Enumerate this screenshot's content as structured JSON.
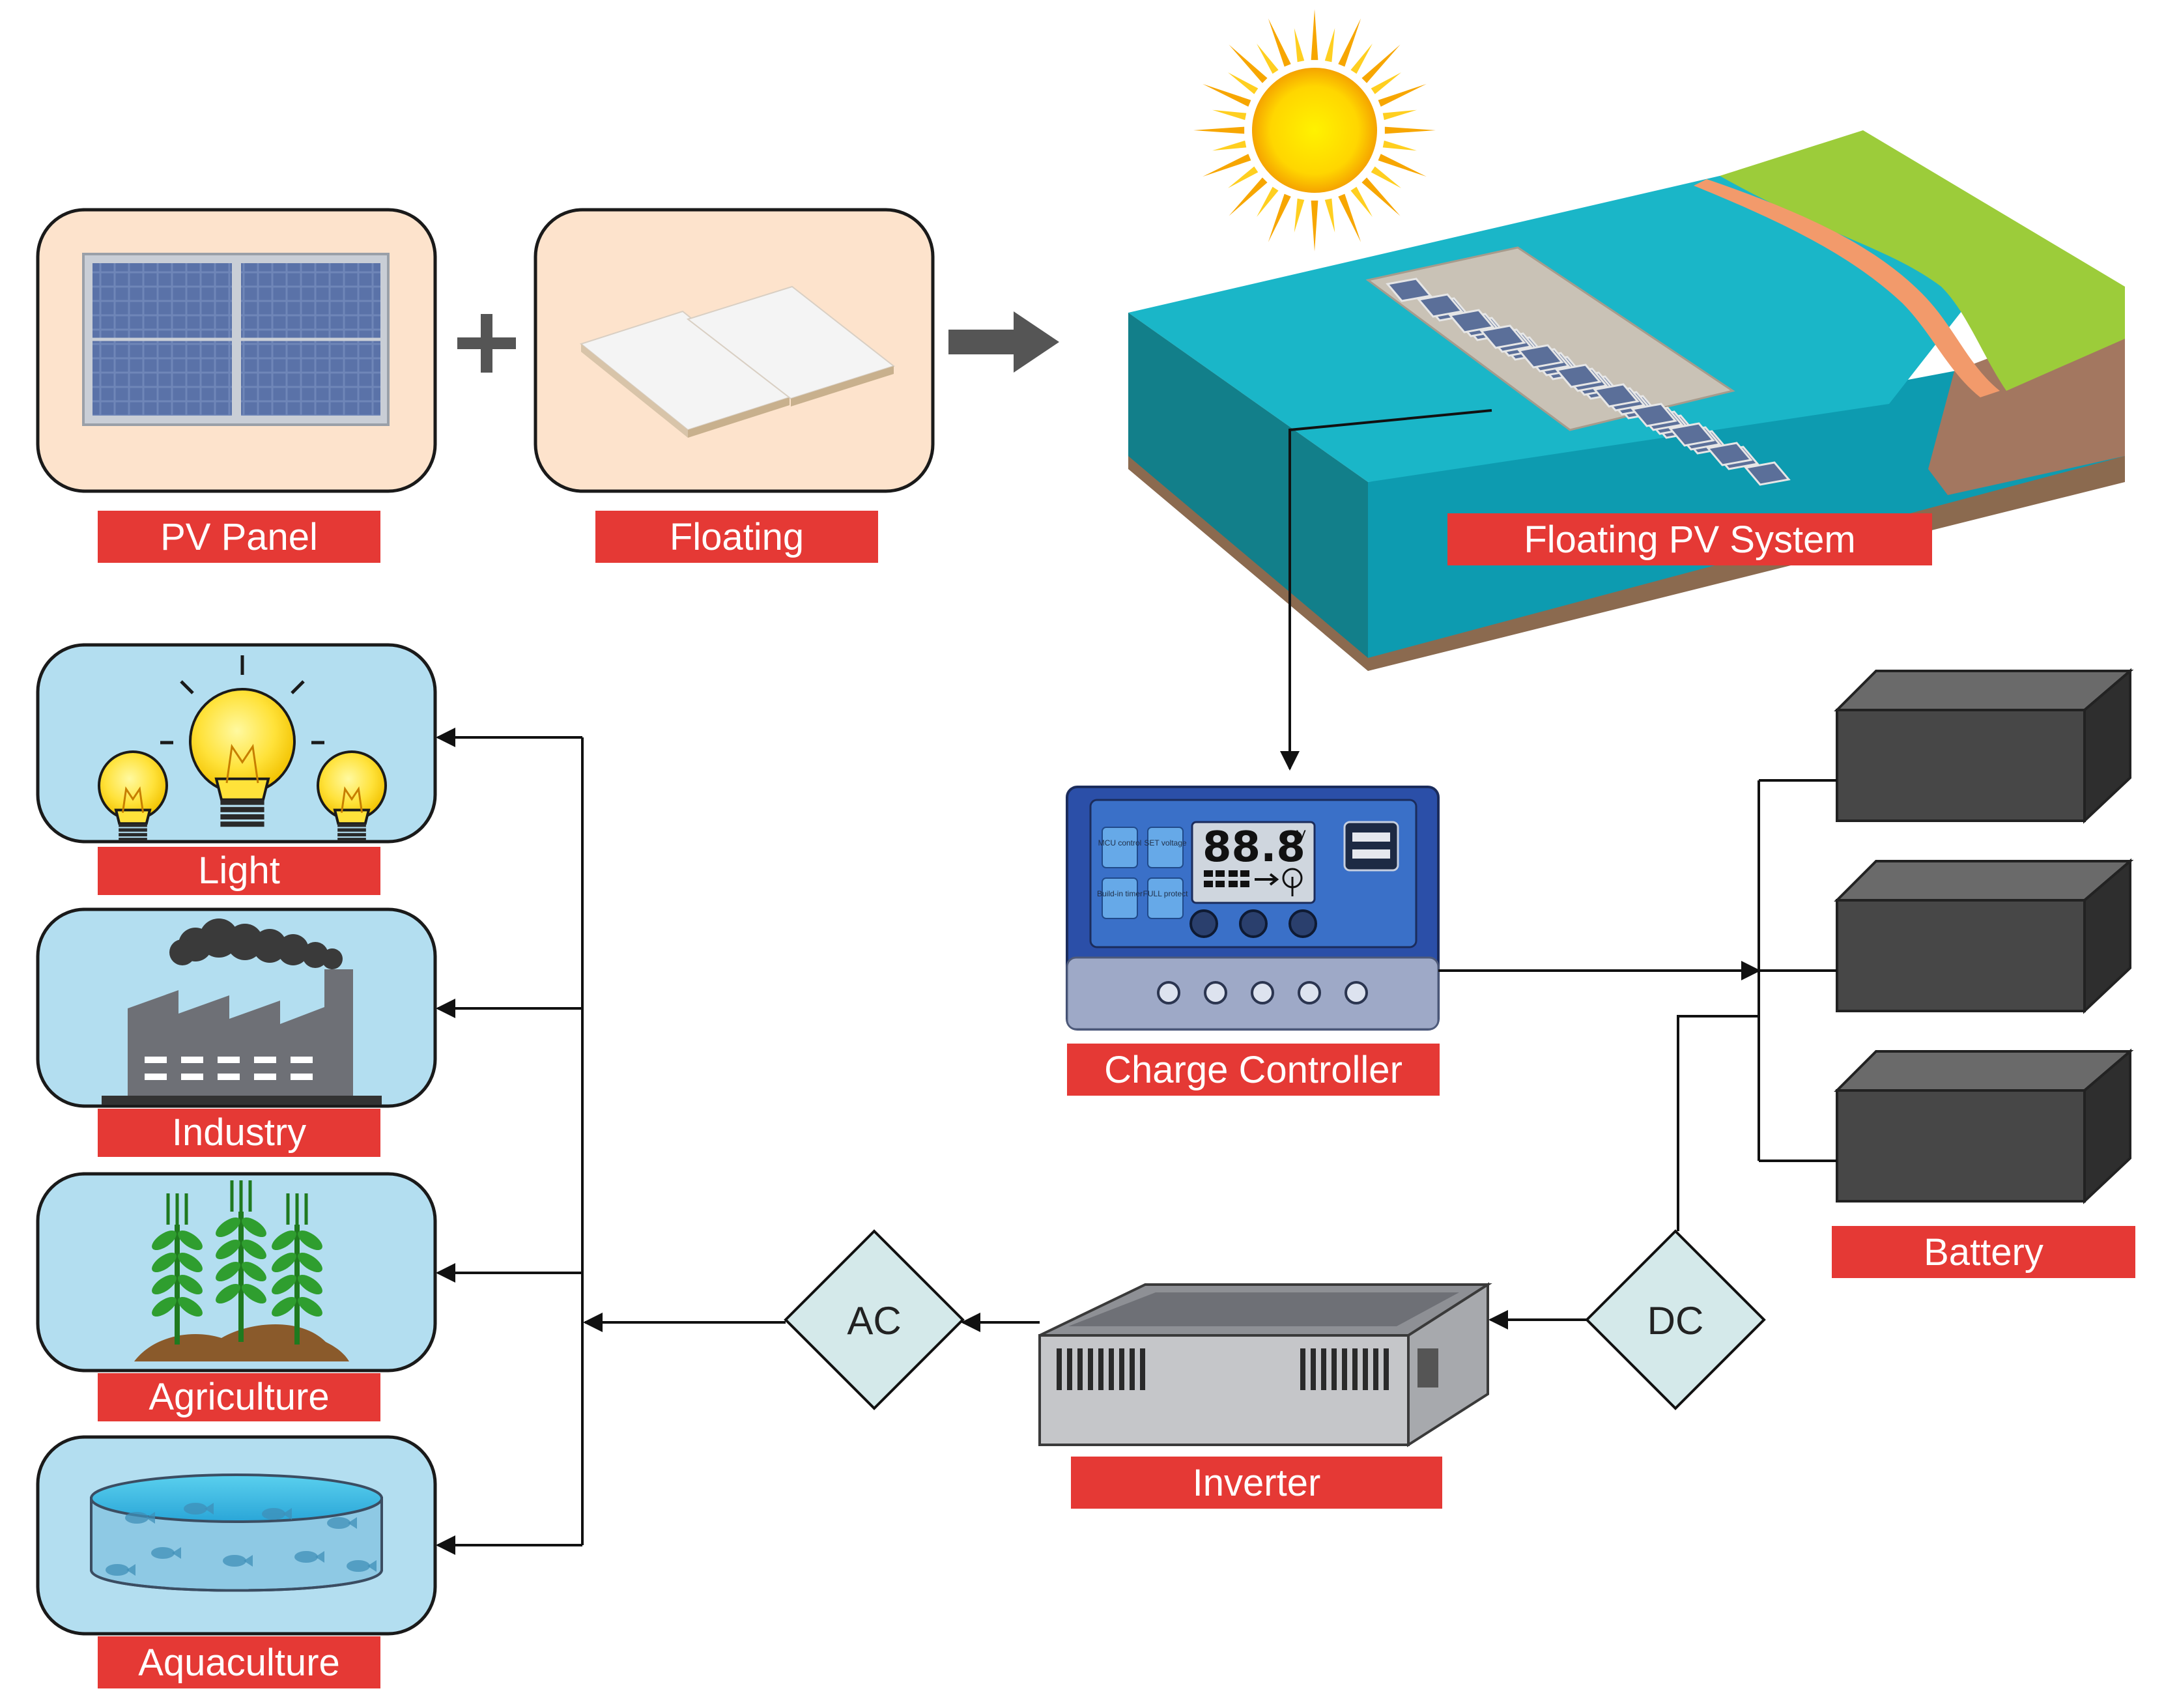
{
  "labels": {
    "pv_panel": "PV Panel",
    "floating": "Floating",
    "floating_pv_system": "Floating PV System",
    "charge_controller": "Charge Controller",
    "battery": "Battery",
    "inverter": "Inverter",
    "light": "Light",
    "industry": "Industry",
    "agriculture": "Agriculture",
    "aquaculture": "Aquaculture"
  },
  "nodes": {
    "ac": "AC",
    "dc": "DC"
  },
  "controller": {
    "display_value": "88.8",
    "display_unit": "V",
    "buttons": [
      "MCU control",
      "SET voltage",
      "Build-in timer",
      "FULL protect"
    ]
  },
  "colors": {
    "label_bg": "#e53935",
    "card_peach": "#fde3cc",
    "card_blue": "#b3def0",
    "water": "#1ab6c8",
    "grass": "#9ccc3a",
    "earth": "#a37760",
    "node_fill": "#d4e9ea",
    "battery": "#3f3f3f"
  }
}
